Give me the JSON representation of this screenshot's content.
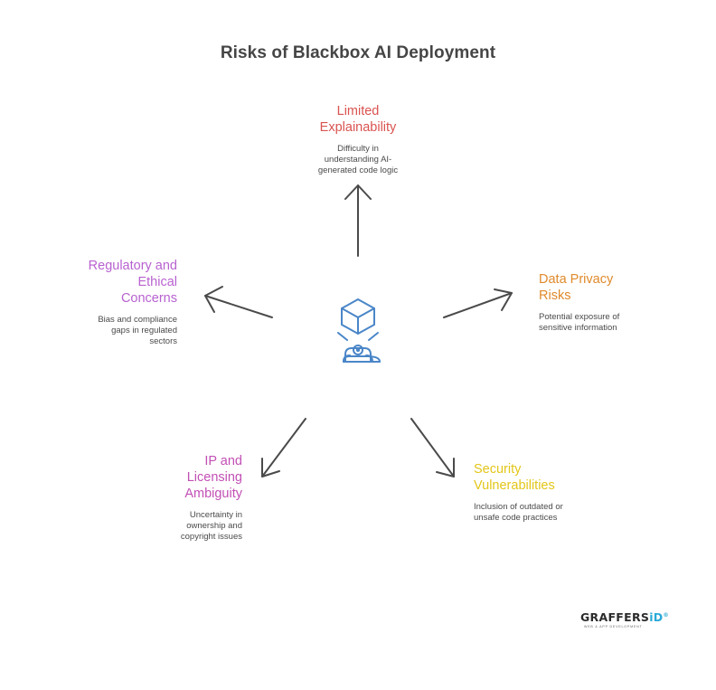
{
  "title": "Risks of Blackbox AI Deployment",
  "nodes": {
    "top": {
      "title": "Limited\nExplainability",
      "description": "Difficulty in understanding AI-generated code logic",
      "color": "#d9534f"
    },
    "left": {
      "title": "Regulatory and\nEthical\nConcerns",
      "description": "Bias and compliance gaps in regulated sectors",
      "color": "#b862d0"
    },
    "right": {
      "title": "Data Privacy\nRisks",
      "description": "Potential exposure of sensitive information",
      "color": "#e08a2b"
    },
    "bottom_left": {
      "title": "IP and\nLicensing\nAmbiguity",
      "description": "Uncertainty in ownership and copyright issues",
      "color": "#c24fb5"
    },
    "bottom_right": {
      "title": "Security\nVulnerabilities",
      "description": "Inclusion of outdated or unsafe code practices",
      "color": "#e3c619"
    }
  },
  "center_icon": "blackbox-ai-robot-icon",
  "icon_color": "#4a86c8",
  "arrow_color": "#4a4a4a",
  "logo": {
    "name_part1": "GRAFFERS",
    "name_part2": "iD",
    "trademark": "®",
    "tagline": "WEB & APP DEVELOPMENT"
  }
}
